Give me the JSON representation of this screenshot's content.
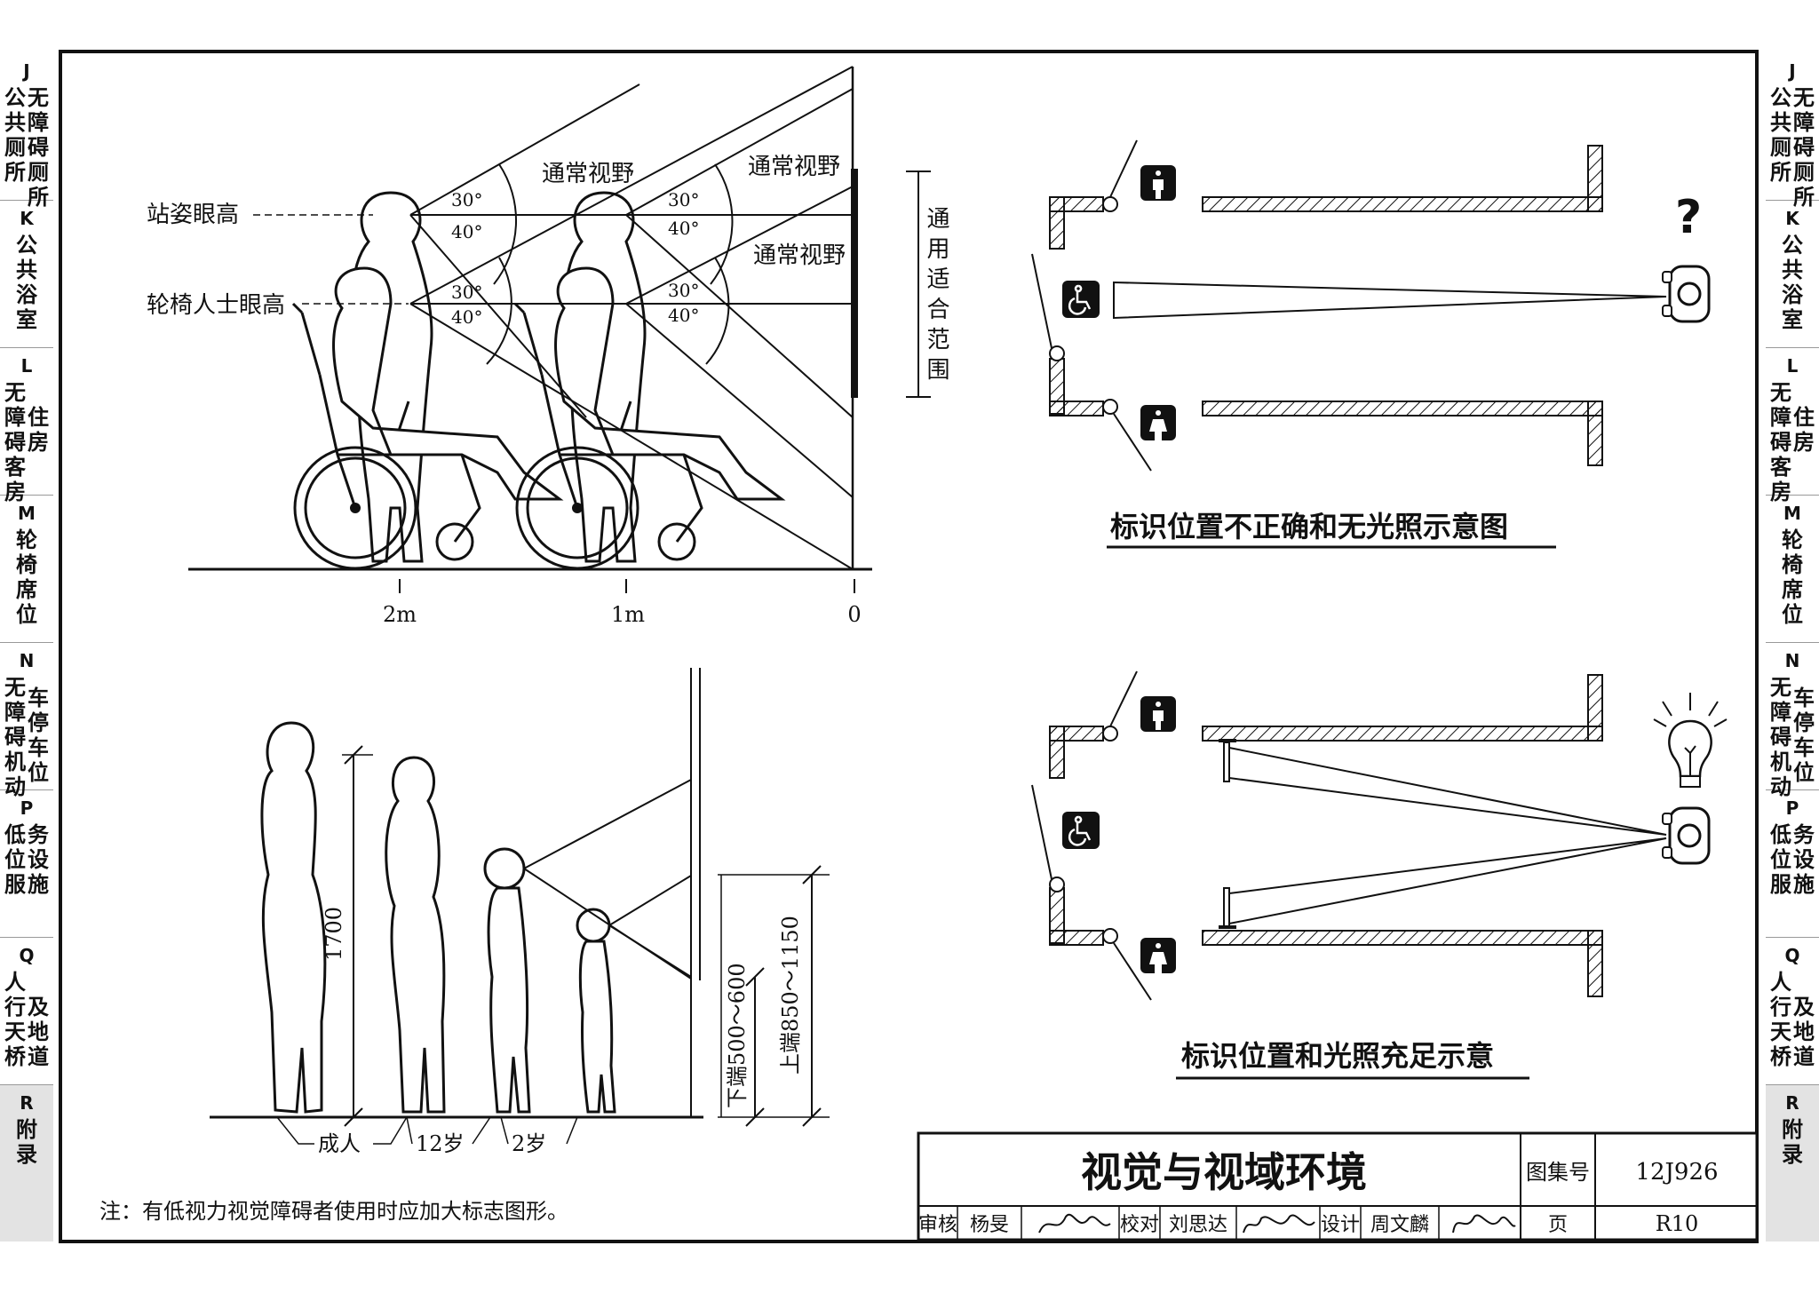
{
  "side_tabs": [
    {
      "letter": "J",
      "col_a": "公共厕所",
      "col_b": "无障碍厕所"
    },
    {
      "letter": "K",
      "col_a": "",
      "col_b": "公共浴室"
    },
    {
      "letter": "L",
      "col_a": "无障碍客房",
      "col_b": "住房"
    },
    {
      "letter": "M",
      "col_a": "",
      "col_b": "轮椅席位"
    },
    {
      "letter": "N",
      "col_a": "无障碍机动",
      "col_b": "车停车位"
    },
    {
      "letter": "P",
      "col_a": "低位服",
      "col_b": "务设施"
    },
    {
      "letter": "Q",
      "col_a": "人行天桥",
      "col_b": "及地道"
    },
    {
      "letter": "R",
      "col_a": "",
      "col_b": "附录"
    }
  ],
  "active_tab": "R",
  "sightline_diagram": {
    "standing_eye_label": "站姿眼高",
    "wheelchair_eye_label": "轮椅人士眼高",
    "angle_up": "30°",
    "angle_down": "40°",
    "visual_field_label": "通常视野",
    "range_label": "通用适合范围",
    "distances": [
      "2m",
      "1m",
      "0"
    ]
  },
  "height_diagram": {
    "height_1700": "1700",
    "lower_range": "下端500～600",
    "upper_range": "上端850～1150",
    "labels": [
      "成人",
      "12岁",
      "2岁"
    ]
  },
  "plan_top": {
    "caption": "标识位置不正确和无光照示意图",
    "question_mark": "?"
  },
  "plan_bottom": {
    "caption": "标识位置和光照充足示意"
  },
  "note": "注：有低视力视觉障碍者使用时应加大标志图形。",
  "title_block": {
    "title": "视觉与视域环境",
    "atlas_no_label": "图集号",
    "atlas_no": "12J926",
    "review_label": "审核",
    "reviewer": "杨旻",
    "check_label": "校对",
    "checker": "刘思达",
    "design_label": "设计",
    "designer": "周文麟",
    "page_label": "页",
    "page": "R10"
  },
  "colors": {
    "ink": "#111111",
    "active_tab": "#e3e3e3"
  }
}
